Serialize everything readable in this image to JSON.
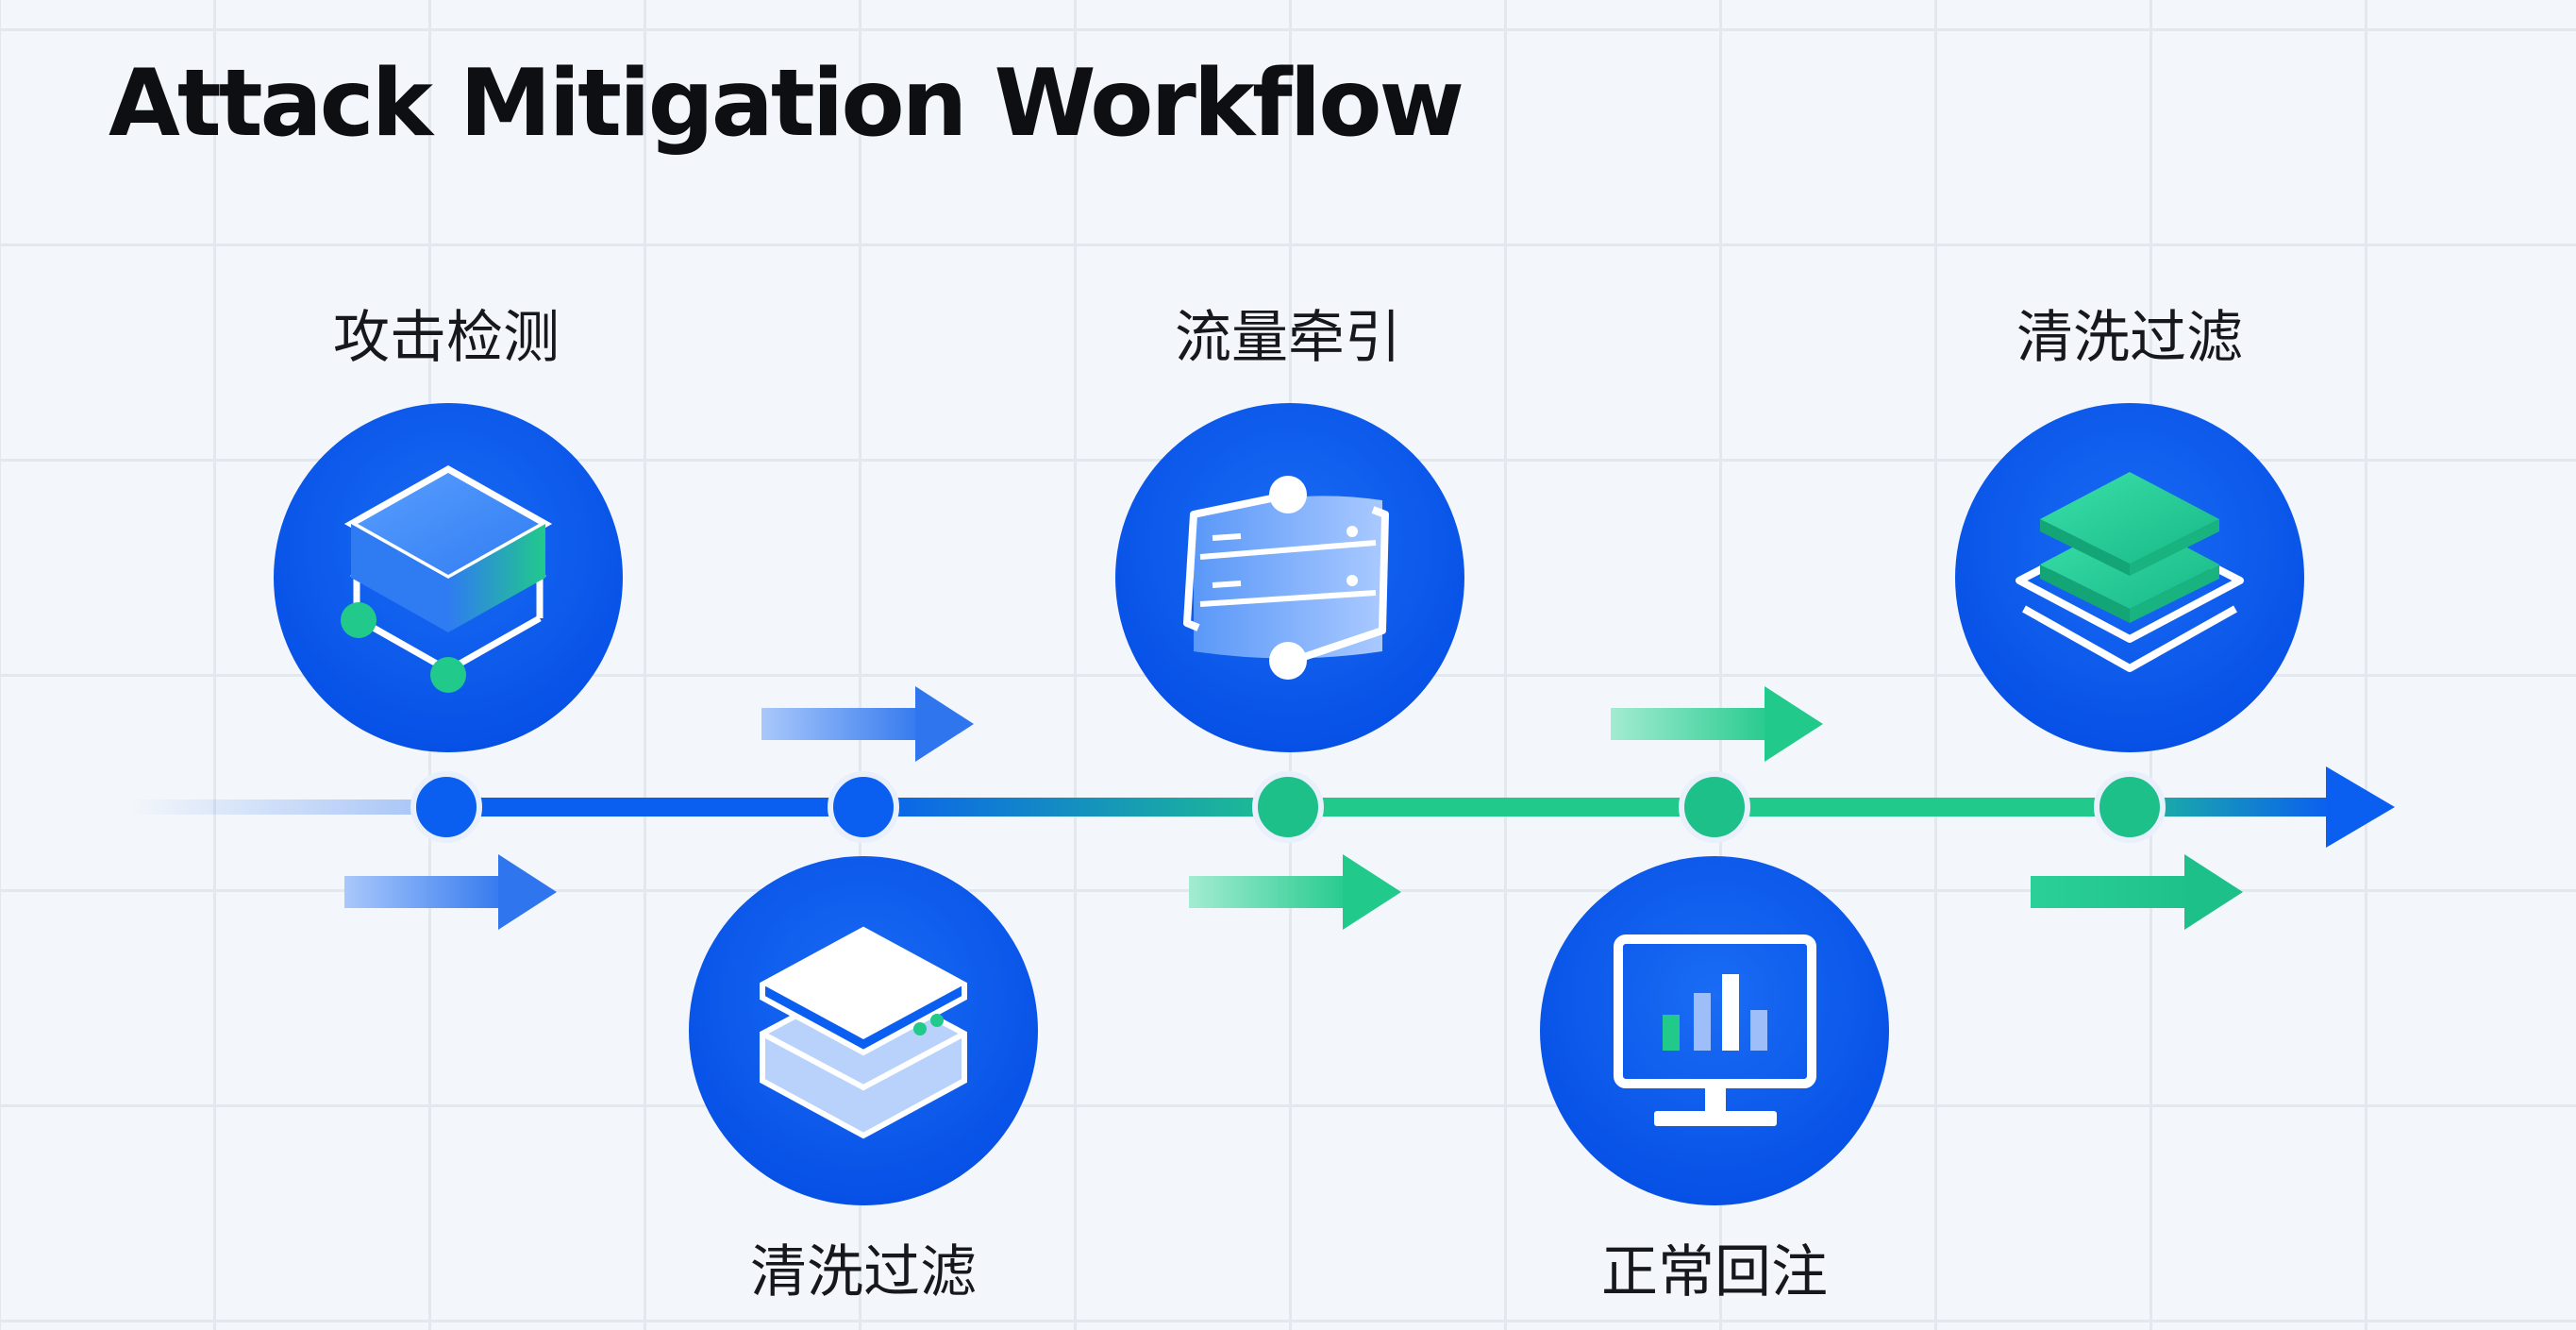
{
  "title": "Attack Mitigation Workflow",
  "steps": [
    {
      "label": "攻击检测",
      "icon": "cube-network-icon"
    },
    {
      "label": "清洗过滤",
      "icon": "server-box-icon"
    },
    {
      "label": "流量牵引",
      "icon": "server-rack-icon"
    },
    {
      "label": "正常回注",
      "icon": "monitor-chart-icon"
    },
    {
      "label": "清洗过滤",
      "icon": "layers-stack-icon"
    }
  ],
  "colors": {
    "blue": "#0a5ff0",
    "green": "#21c98b",
    "title": "#0e0f12"
  }
}
